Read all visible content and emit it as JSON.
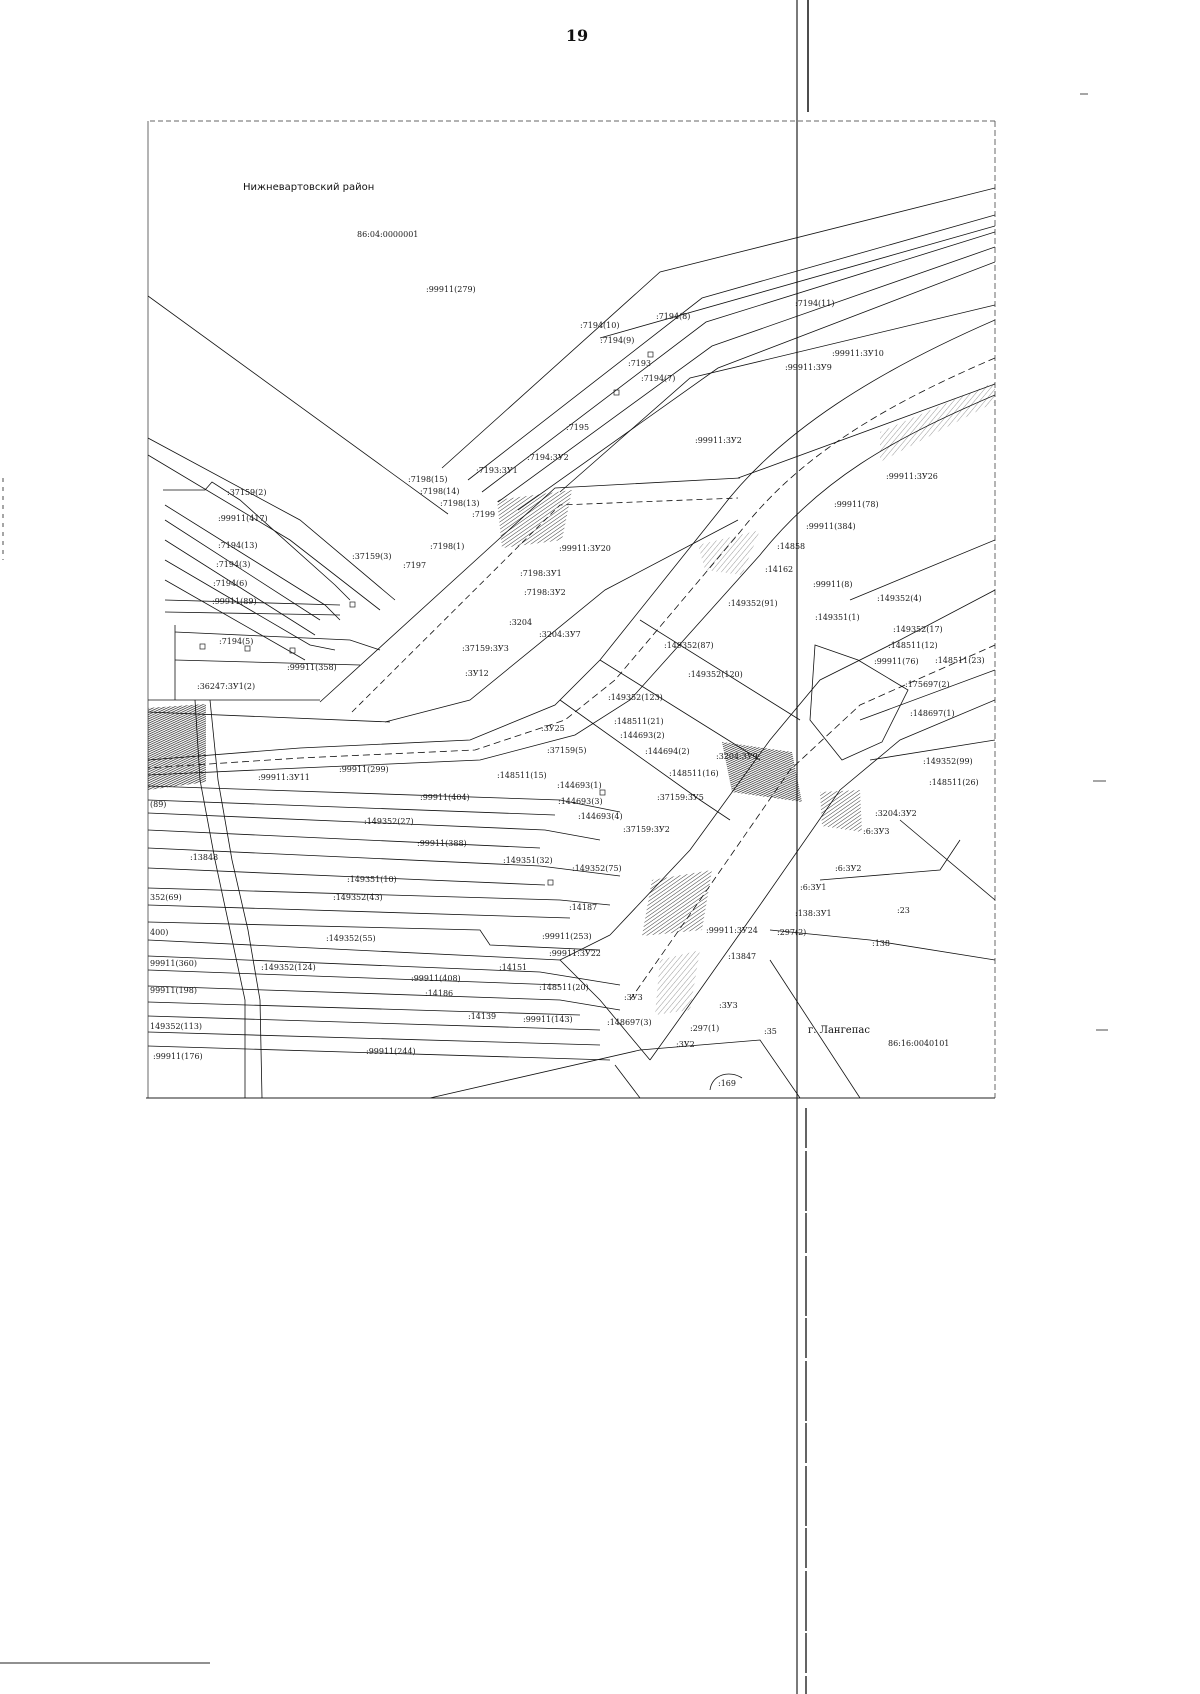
{
  "page": {
    "number": "19"
  },
  "map": {
    "district_label": "Нижневартовский район",
    "district_quarter": "86:04:0000001",
    "city_label": "г. Лангепас",
    "city_quarter": "86:16:0040101",
    "parcels": [
      ":99911(279)",
      ":7194(11)",
      ":7194(10)",
      ":7194(8)",
      ":7194(9)",
      ":7193",
      ":7194(7)",
      ":99911:3У10",
      ":99911:3У9",
      ":7195",
      ":99911:3У2",
      ":7194:3У2",
      ":7193:3У1",
      ":7198(15)",
      ":7198(14)",
      ":7198(13)",
      ":7199",
      ":37159(2)",
      ":99911(417)",
      ":99911:3У20",
      ":7194(13)",
      ":7198(1)",
      ":37159(3)",
      ":7194(3)",
      ":7197",
      ":7198:3У1",
      ":7198:3У2",
      ":7194(6)",
      ":99911(89)",
      ":99911(78)",
      ":99911(384)",
      ":14858",
      ":14162",
      ":99911:3У26",
      ":99911(8)",
      ":149352(4)",
      ":149352(91)",
      ":149351(1)",
      ":3204",
      ":3204:3У7",
      ":7194(5)",
      ":37159:3У3",
      ":149352(87)",
      ":149352(17)",
      ":148511(12)",
      ":99911(76)",
      ":148511(23)",
      ":99911(358)",
      ":3У12",
      ":149352(120)",
      ":175697(2)",
      ":36247:3У1(2)",
      ":149352(123)",
      ":148697(1)",
      ":148511(21)",
      ":3У25",
      ":144693(2)",
      ":37159(5)",
      ":144694(2)",
      ":3204:3У9",
      ":149352(99)",
      ":99911(299)",
      ":99911:3У11",
      ":148511(15)",
      ":148511(16)",
      ":148511(26)",
      ":144693(1)",
      ":99911(404)",
      ":144693(3)",
      ":37159:3У5",
      "(89)",
      ":149352(27)",
      ":144693(4)",
      ":3204:3У2",
      ":37159:3У2",
      ":6:3У3",
      ":99911(388)",
      ":13848",
      ":149351(32)",
      ":149352(75)",
      ":149351(10)",
      ":6:3У2",
      ":6:3У1",
      "352(69)",
      ":149352(43)",
      ":14187",
      ":138:3У1",
      ":23",
      "400)",
      ":149352(55)",
      ":99911(253)",
      ":99911:3У24",
      ":297(2)",
      ":138",
      "99911(360)",
      ":149352(124)",
      ":99911:3У22",
      ":13847",
      ":14151",
      ":99911(408)",
      "99911(198)",
      ":148511(20)",
      ":14186",
      ":3У3",
      ":3У3",
      "149352(113)",
      ":14139",
      ":99911(143)",
      ":148697(3)",
      ":297(1)",
      ":35",
      ":99911(244)",
      ":99911(176)",
      ":3У2",
      ":169"
    ]
  }
}
